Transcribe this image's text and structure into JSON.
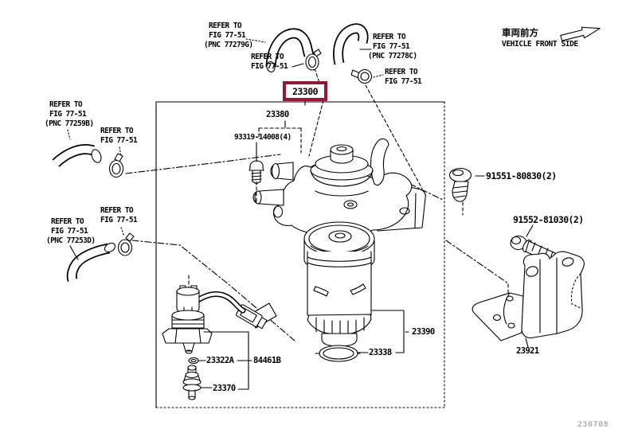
{
  "highlight": {
    "box_color": "#8e1a38"
  },
  "direction_indicator": {
    "jp": "車両前方",
    "en": "VEHICLE FRONT SIDE"
  },
  "refer_notes": [
    {
      "lines": [
        "REFER TO",
        "FIG 77-51",
        "(PNC 77279G)"
      ]
    },
    {
      "lines": [
        "REFER TO",
        "FIG 77-51"
      ]
    },
    {
      "lines": [
        "REFER TO",
        "FIG 77-51",
        "(PNC 77278C)"
      ]
    },
    {
      "lines": [
        "REFER TO",
        "FIG 77-51"
      ]
    },
    {
      "lines": [
        "REFER TO",
        "FIG 77-51",
        "(PNC 77259B)"
      ]
    },
    {
      "lines": [
        "REFER TO",
        "FIG 77-51"
      ]
    },
    {
      "lines": [
        "REFER TO",
        "FIG 77-51",
        "(PNC 77253D)"
      ]
    },
    {
      "lines": [
        "REFER TO",
        "FIG 77-51"
      ]
    }
  ],
  "parts": {
    "assembly": {
      "number": "23300"
    },
    "head": {
      "number": "23380"
    },
    "screw": {
      "number": "93319-14008(4)"
    },
    "bolt_upper": {
      "number": "91551-80830(2)"
    },
    "bolt_lower": {
      "number": "91552-81030(2)"
    },
    "bracket": {
      "number": "23921"
    },
    "element": {
      "number": "23390"
    },
    "oring": {
      "number": "23338"
    },
    "oring_small": {
      "number": "23322A"
    },
    "switch": {
      "number": "84461B"
    },
    "valve": {
      "number": "23370"
    }
  },
  "footer": {
    "figure_number": "230708"
  }
}
